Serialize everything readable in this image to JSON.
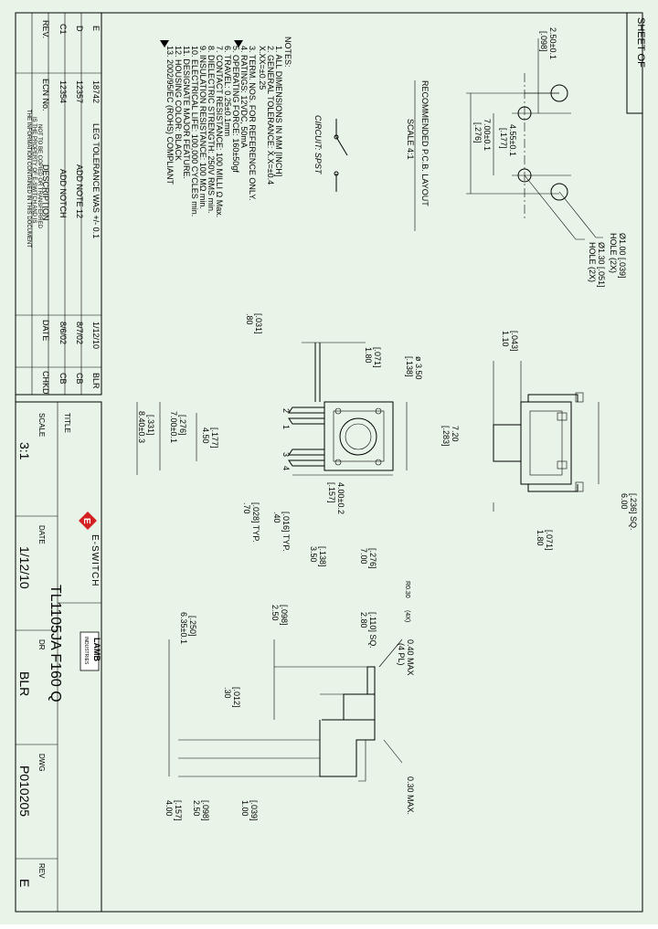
{
  "sheet_label": "SHEET OF",
  "pcb": {
    "title": "RECOMMENDED P.C.B. LAYOUT",
    "scale": "SCALE 4:1",
    "dims": [
      "2.50±0.1",
      "[.098]",
      "4.55±0.1",
      "[.177]",
      "7.00±0.1",
      "[.276]"
    ],
    "hole1": [
      "Ø1.00 [.039]",
      "HOLE (2X)"
    ],
    "hole2": [
      "Ø1.30 [.051]",
      "HOLE (2X)"
    ],
    "circuit": "CIRCUIT: SPST"
  },
  "notes": {
    "heading": "NOTES:",
    "lines": [
      "1. ALL DIMENSIONS IN MM [INCH]",
      "2. GENERAL TOLERANCE:  X.X=±0.4",
      "                        X.XX=±0.25",
      "3. TERM. NOS. FOR REFERENCE ONLY.",
      "4. RATINGS: 12VDC, 50mA",
      "5. OPERATING FORCE: 160±50gf",
      "6. TRAVEL: 0.25±0.1mm",
      "7. CONTACT RESISTANCE: 100 MILLI Ω Max.",
      "8. DIELECTRIC STRENGTH: 250V RMS min.",
      "9. INSULATION RESISTANCE: 100 MΩ min.",
      "10. ELECTRICAL LIFE: 100,000 CYCLES min.",
      "11. DESIGNATE MAJOR FEATURE.",
      "12. HOUSING COLOR: BLACK",
      "13. 2002/95/EC (ROHS) COMPLIANT"
    ]
  },
  "revisions": {
    "headers": [
      "REV.",
      "ECN No.",
      "DESCRIPTION",
      "DATE",
      "CHKD"
    ],
    "rows": [
      [
        "E",
        "18742",
        "LEG TOLERANCE WAS +/- 0.1",
        "1/12/10",
        "BLR"
      ],
      [
        "D",
        "12357",
        "ADD NOTE 12",
        "8/7/02",
        "CB"
      ],
      [
        "C1",
        "12354",
        "ADD NOTCH",
        "8/6/02",
        "CB"
      ]
    ],
    "disclaimer": [
      "THE INFORMATION CONTAINED IN THIS DOCUMENT",
      "IS THE PROPERTY OF E-SWITCH AND IS",
      "NOT TO BE COPIED OR TRANSFERRED"
    ]
  },
  "front_view": {
    "dims": [
      ".80",
      "[.031]",
      "1.80",
      "[.071]",
      "ø 3.50",
      "[.138]",
      "7.20",
      "[.283]",
      "4.50",
      "[.177]",
      "7.00±0.1",
      "[.276]",
      "8.40±0.3",
      "[.331]",
      "4.00±0.2",
      "[.157]",
      "7.00",
      "[.276]",
      "3.50",
      "[.138]",
      ".40",
      "[.016] TYP.",
      ".70",
      "[.028] TYP."
    ],
    "pins": [
      "1",
      "2",
      "3",
      "4"
    ]
  },
  "side_view": {
    "dims": [
      "1.10",
      "[.043]",
      "6.00",
      "[.236] SQ.",
      "1.80",
      "[.071]"
    ]
  },
  "bottom_view": {
    "dims": [
      "R0.30",
      "(4X)",
      "0.40 MAX",
      "(4 PL)",
      "2.80",
      "[.110] SQ.",
      "2.50",
      "[.098]",
      "6.35±0.1",
      "[.250]",
      ".30",
      "[.012]",
      "0.30 MAX.",
      "1.00",
      "[.039]",
      "2.50",
      "[.098]",
      "4.00",
      "[.157]"
    ]
  },
  "title_block": {
    "title_label": "TITLE",
    "brand": "E-SWITCH",
    "lamb": "LAMB",
    "lamb_sub": "INDUSTRIES",
    "part": "TL1105JA F160 Q",
    "scale_label": "SCALE",
    "scale": "3:1",
    "date_label": "DATE",
    "date": "1/12/10",
    "dr_label": "DR",
    "dr": "BLR",
    "dwg_label": "DWG",
    "dwg": "P010205",
    "rev_label": "REV",
    "rev": "E"
  },
  "colors": {
    "background": "#e9f4e9",
    "brand_red": "#d42020",
    "ink": "#000000"
  }
}
